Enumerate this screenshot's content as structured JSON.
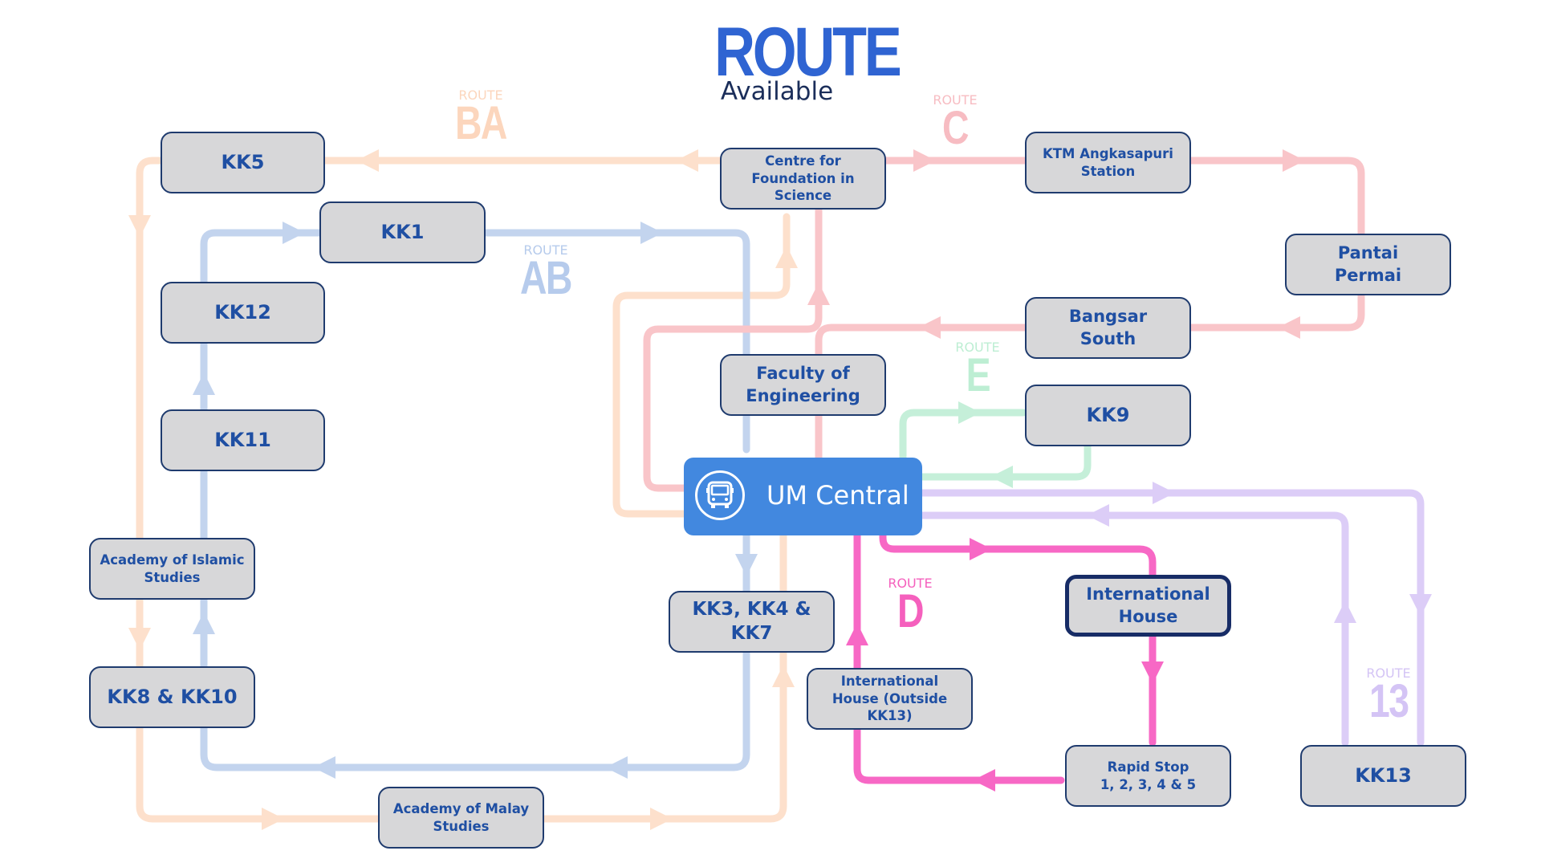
{
  "title": {
    "main": "ROUTE",
    "sub": "Available"
  },
  "route_labels": [
    {
      "id": "ba",
      "word": "ROUTE",
      "code": "BA",
      "color": "#fcd6bd"
    },
    {
      "id": "c",
      "word": "ROUTE",
      "code": "C",
      "color": "#f7bcc2"
    },
    {
      "id": "ab",
      "word": "ROUTE",
      "code": "AB",
      "color": "#b6cbec"
    },
    {
      "id": "e",
      "word": "ROUTE",
      "code": "E",
      "color": "#bdeed3"
    },
    {
      "id": "d",
      "word": "ROUTE",
      "code": "D",
      "color": "#f560bd"
    },
    {
      "id": "r13",
      "word": "ROUTE",
      "code": "13",
      "color": "#d4c4f5"
    }
  ],
  "stops": {
    "kk5": "KK5",
    "kk1": "KK1",
    "kk12": "KK12",
    "kk11": "KK11",
    "academy_islamic": "Academy of Islamic Studies",
    "kk8_kk10": "KK8 & KK10",
    "academy_malay": "Academy of Malay Studies",
    "foundation_science": "Centre for Foundation in Science",
    "ktm_angkasapuri": "KTM Angkasapuri Station",
    "pantai_permai": "Pantai Permai",
    "bangsar_south": "Bangsar South",
    "faculty_engineering": "Faculty of Engineering",
    "kk9": "KK9",
    "um_central": "UM Central",
    "kk3_kk4_kk7": "KK3, KK4 & KK7",
    "international_house": "International House",
    "international_house_outside": "International House (Outside KK13)",
    "rapid_stop": "Rapid Stop 1, 2, 3, 4 & 5",
    "kk13": "KK13"
  },
  "colors": {
    "route_ba": "#fde0cc",
    "route_ab": "#c3d4ee",
    "route_c": "#f9c5c9",
    "route_e": "#c5efd9",
    "route_d": "#f768c5",
    "route_13": "#dccdf7",
    "node_fill": "#d7d7d9",
    "node_text": "#1f4fa3",
    "central_fill": "#4288df"
  },
  "icons": {
    "central": "bus-icon"
  }
}
